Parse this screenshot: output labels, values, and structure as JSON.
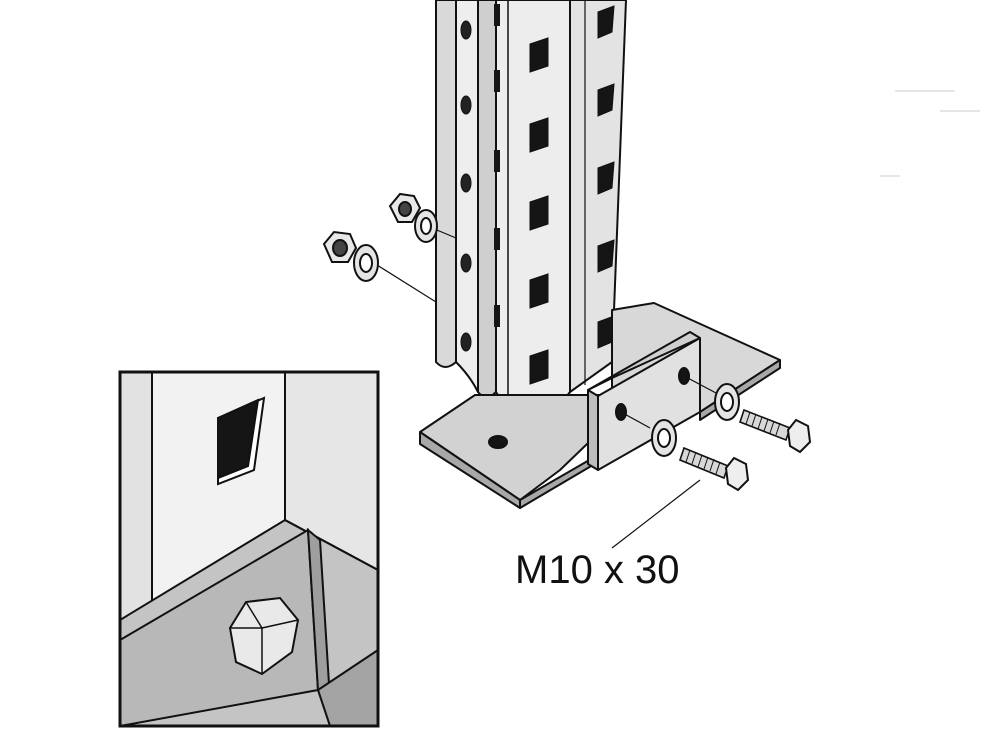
{
  "annotation": {
    "bolt_spec": "M10 x 30"
  },
  "colors": {
    "background": "#ffffff",
    "outline": "#111111",
    "steel_light": "#e9e9e9",
    "steel_mid": "#d6d6d6",
    "steel_dark": "#bdbdbd",
    "plate_shadow": "#a9a9a9",
    "slot": "#151515"
  },
  "icons": {
    "inset": "detail-magnifier",
    "fasteners": [
      "hex-nut",
      "washer",
      "hex-bolt"
    ]
  }
}
